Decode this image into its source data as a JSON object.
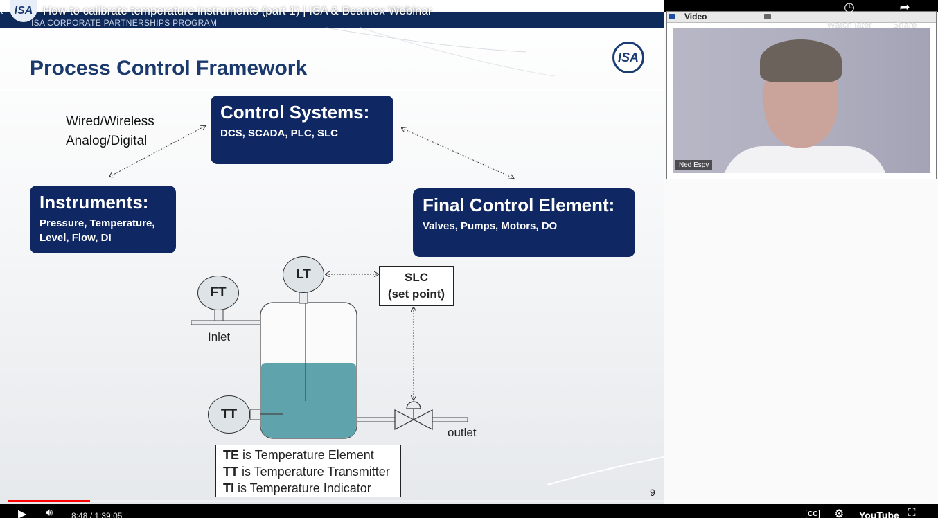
{
  "player": {
    "video_title": "How to calibrate temperature instruments (part 1) | ISA & Beamex Webinar",
    "channel_avatar_text": "ISA",
    "watch_later_label": "Watch later",
    "share_label": "Share",
    "current_time": "8:48",
    "duration": "1:39:05",
    "progress_fraction": 0.089,
    "youtube_label": "YouTube",
    "cc_label": "CC",
    "accent_color": "#ff0000"
  },
  "slide": {
    "banner_text": "ISA CORPORATE PARTNERSHIPS PROGRAM",
    "title": "Process Control Framework",
    "logo_text": "ISA",
    "link_label_line1": "Wired/Wireless",
    "link_label_line2": "Analog/Digital",
    "control_systems": {
      "heading": "Control Systems:",
      "detail": "DCS, SCADA, PLC, SLC"
    },
    "instruments": {
      "heading": "Instruments:",
      "detail_line1": "Pressure, Temperature,",
      "detail_line2": "Level, Flow, DI"
    },
    "final_control": {
      "heading": "Final Control Element:",
      "detail": "Valves, Pumps, Motors, DO"
    },
    "diagram": {
      "ft": "FT",
      "lt": "LT",
      "tt": "TT",
      "slc_line1": "SLC",
      "slc_line2": "(set point)",
      "inlet": "Inlet",
      "outlet": "outlet"
    },
    "legend": [
      {
        "abbr": "TE",
        "text": " is Temperature Element"
      },
      {
        "abbr": "TT",
        "text": " is Temperature Transmitter"
      },
      {
        "abbr": "TI",
        "text": " is Temperature Indicator"
      }
    ],
    "page_number": "9"
  },
  "video_panel": {
    "title": "Video",
    "speaker_name": "Ned Espy"
  },
  "colors": {
    "navy_box": "#0f2863",
    "title_blue": "#1a3a6e",
    "tank_liquid": "#5fa3ad"
  }
}
